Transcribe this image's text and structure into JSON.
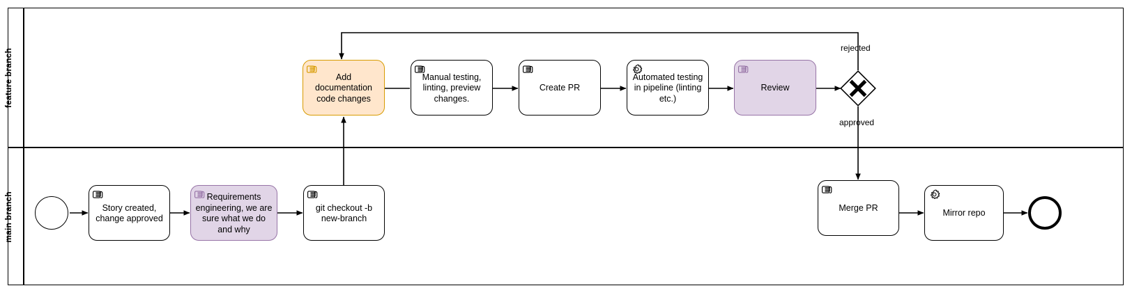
{
  "diagram": {
    "type": "bpmn-process",
    "title": "Documentation change workflow (feature branch / main branch)",
    "colors": {
      "orange_fill": "#ffe6cc",
      "orange_stroke": "#d79b00",
      "purple_fill": "#e1d5e7",
      "purple_stroke": "#9673a6",
      "default_fill": "#ffffff",
      "default_stroke": "#000000"
    }
  },
  "pool": {
    "lanes": [
      {
        "id": "lane-feature-branch",
        "label": "feature branch"
      },
      {
        "id": "lane-main-branch",
        "label": "main branch"
      }
    ]
  },
  "nodes": {
    "start_event": {
      "name": "start-event",
      "label": ""
    },
    "story_created": {
      "label": "Story created, change approved",
      "icon": "manual-task-icon",
      "lane": "main branch"
    },
    "requirements_engineering": {
      "label": "Requirements engineering, we are sure what we do and why",
      "icon": "manual-task-icon",
      "lane": "main branch"
    },
    "git_checkout": {
      "label": "git checkout -b new-branch",
      "icon": "manual-task-icon",
      "lane": "main branch"
    },
    "add_documentation": {
      "label": "Add documentation code changes",
      "icon": "manual-task-icon",
      "lane": "feature branch"
    },
    "manual_testing": {
      "label": "Manual testing, linting, preview changes.",
      "icon": "manual-task-icon",
      "lane": "feature branch"
    },
    "create_pr": {
      "label": "Create PR",
      "icon": "manual-task-icon",
      "lane": "feature branch"
    },
    "automated_testing": {
      "label": "Automated testing in pipeline (linting etc.)",
      "icon": "service-task-icon",
      "lane": "feature branch"
    },
    "review": {
      "label": "Review",
      "icon": "manual-task-icon",
      "lane": "feature branch"
    },
    "gateway": {
      "name": "exclusive-gateway",
      "label": "",
      "icon": "x-gateway-icon",
      "lane": "feature branch"
    },
    "merge_pr": {
      "label": "Merge PR",
      "icon": "manual-task-icon",
      "lane": "main branch"
    },
    "mirror_repo": {
      "label": "Mirror repo",
      "icon": "service-task-icon",
      "lane": "main branch"
    },
    "end_event": {
      "name": "end-event",
      "label": ""
    }
  },
  "edge_labels": {
    "rejected": "rejected",
    "approved": "approved"
  },
  "flows": [
    {
      "from": "start_event",
      "to": "story_created",
      "label": ""
    },
    {
      "from": "story_created",
      "to": "requirements_engineering",
      "label": ""
    },
    {
      "from": "requirements_engineering",
      "to": "git_checkout",
      "label": ""
    },
    {
      "from": "git_checkout",
      "to": "add_documentation",
      "label": ""
    },
    {
      "from": "add_documentation",
      "to": "manual_testing",
      "label": ""
    },
    {
      "from": "manual_testing",
      "to": "create_pr",
      "label": ""
    },
    {
      "from": "create_pr",
      "to": "automated_testing",
      "label": ""
    },
    {
      "from": "automated_testing",
      "to": "review",
      "label": ""
    },
    {
      "from": "review",
      "to": "gateway",
      "label": ""
    },
    {
      "from": "gateway",
      "to": "add_documentation",
      "label": "rejected"
    },
    {
      "from": "gateway",
      "to": "merge_pr",
      "label": "approved"
    },
    {
      "from": "merge_pr",
      "to": "mirror_repo",
      "label": ""
    },
    {
      "from": "mirror_repo",
      "to": "end_event",
      "label": ""
    }
  ]
}
